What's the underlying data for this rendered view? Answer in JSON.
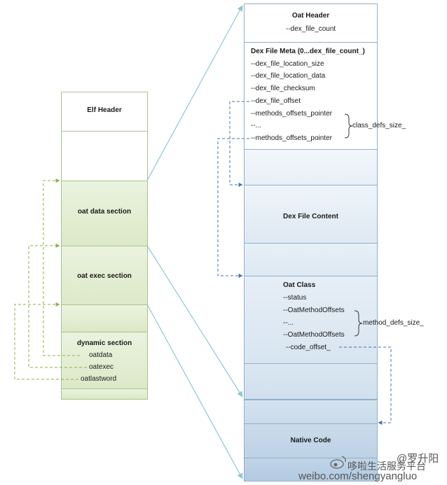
{
  "elf": {
    "header": "Elf Header",
    "data_section": "oat data section",
    "exec_section": "oat exec section",
    "dynamic_section": "dynamic section",
    "symbols": [
      "oatdata",
      "oatexec",
      "oatlastword"
    ]
  },
  "oat": {
    "header_title": "Oat Header",
    "header_field": "--dex_file_count",
    "dex_meta_title": "Dex File Meta (0...dex_file_count_)",
    "dex_meta_fields": [
      "--dex_file_location_size",
      "--dex_file_location_data",
      "--dex_file_checksum",
      "--dex_file_offset",
      "--methods_offsets_pointer",
      "--...",
      "--methods_offsets_pointer"
    ],
    "class_defs_label": "class_defs_size_",
    "dex_content": "Dex File Content",
    "oat_class_title": "Oat Class",
    "oat_class_fields": [
      "--status",
      "--OatMethodOffsets",
      "--...",
      "--OatMethodOffsets",
      "--code_offset_"
    ],
    "method_defs_label": "method_defs_size_",
    "native_code": "Native Code"
  },
  "watermark": {
    "line1": "哆啦生活服务平台",
    "line2": "weibo.com/shengyangluo",
    "handle": "@罗升阳"
  },
  "colors": {
    "elf_fill": "#e4efd4",
    "elf_border": "#aac38a",
    "oat_fill": "#dde9f3",
    "oat_border": "#8fb0cc",
    "green_dash": "#8db04a",
    "blue_dash": "#3f74ad",
    "teal_line": "#8cc9d1"
  }
}
